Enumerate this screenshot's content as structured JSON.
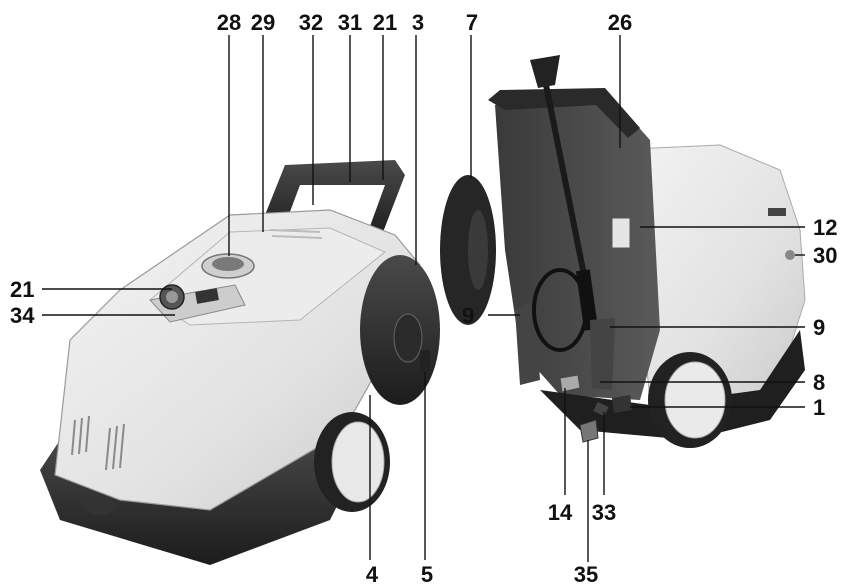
{
  "callouts": {
    "c28": "28",
    "c29": "29",
    "c32": "32",
    "c31": "31",
    "c21_top": "21",
    "c3": "3",
    "c7": "7",
    "c26": "26",
    "c21_left": "21",
    "c34": "34",
    "c12": "12",
    "c30": "30",
    "c9_left": "9",
    "c9_right": "9",
    "c8": "8",
    "c1": "1",
    "c14": "14",
    "c33": "33",
    "c4": "4",
    "c5": "5",
    "c35": "35"
  }
}
